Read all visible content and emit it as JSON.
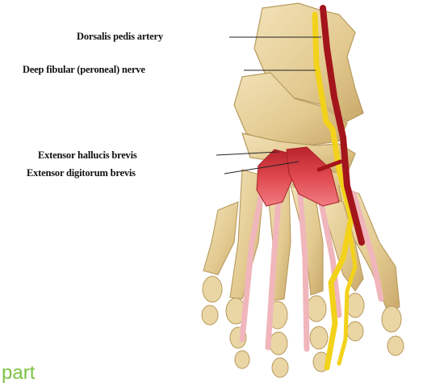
{
  "labels": {
    "dorsalis_pedis_artery": "Dorsalis pedis artery",
    "deep_fibular_nerve": "Deep fibular (peroneal) nerve",
    "extensor_hallucis_brevis": "Extensor hallucis brevis",
    "extensor_digitorum_brevis": "Extensor digitorum brevis"
  },
  "footer_text": "part",
  "colors": {
    "bone": "#e6cf9a",
    "bone_shadow": "#b89a5e",
    "artery": "#a3141b",
    "nerve": "#f2d21b",
    "muscle": "#e0494f",
    "tendon": "#f0b6bc",
    "footer": "#7dc242"
  }
}
